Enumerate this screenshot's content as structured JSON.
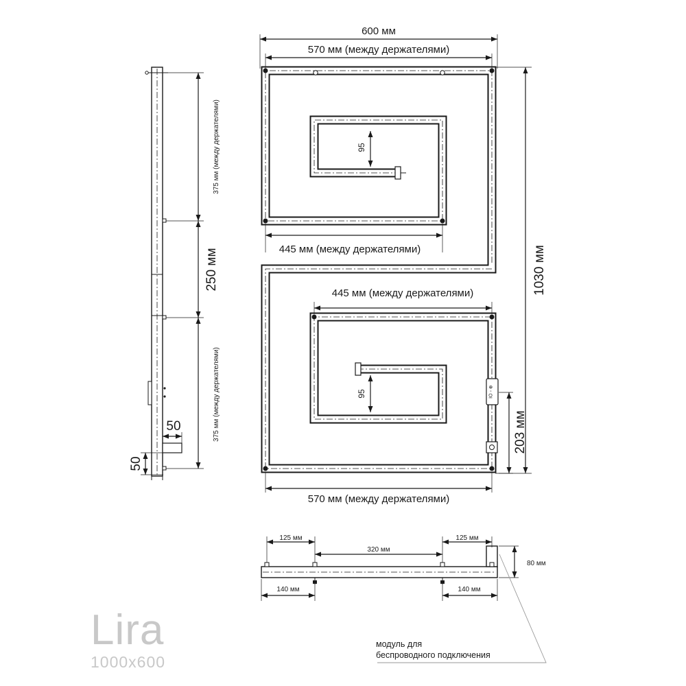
{
  "model": {
    "name": "Lira",
    "size": "1000x600"
  },
  "front_view": {
    "overall_width": "600 мм",
    "top_holders": "570 мм (между держателями)",
    "upper_inner_holders": "445 мм (между держателями)",
    "lower_inner_holders": "445 мм (между держателями)",
    "bottom_holders": "570 мм (между держателями)",
    "overall_height": "1030 мм",
    "upper_spiral_gap": "95",
    "lower_spiral_gap": "95",
    "module_height": "203 мм"
  },
  "side_view": {
    "upper_span": "375 мм (между держателями)",
    "middle_span": "250 мм",
    "lower_span": "375 мм (между держателями)",
    "depth": "50",
    "bottom_offset": "50"
  },
  "bottom_view": {
    "left_top": "125 мм",
    "center": "320 мм",
    "right_top": "125 мм",
    "left_bottom": "140 мм",
    "right_bottom": "140 мм",
    "height": "80 мм"
  },
  "note": {
    "line1": "модуль для",
    "line2": "беспроводного подключения"
  }
}
